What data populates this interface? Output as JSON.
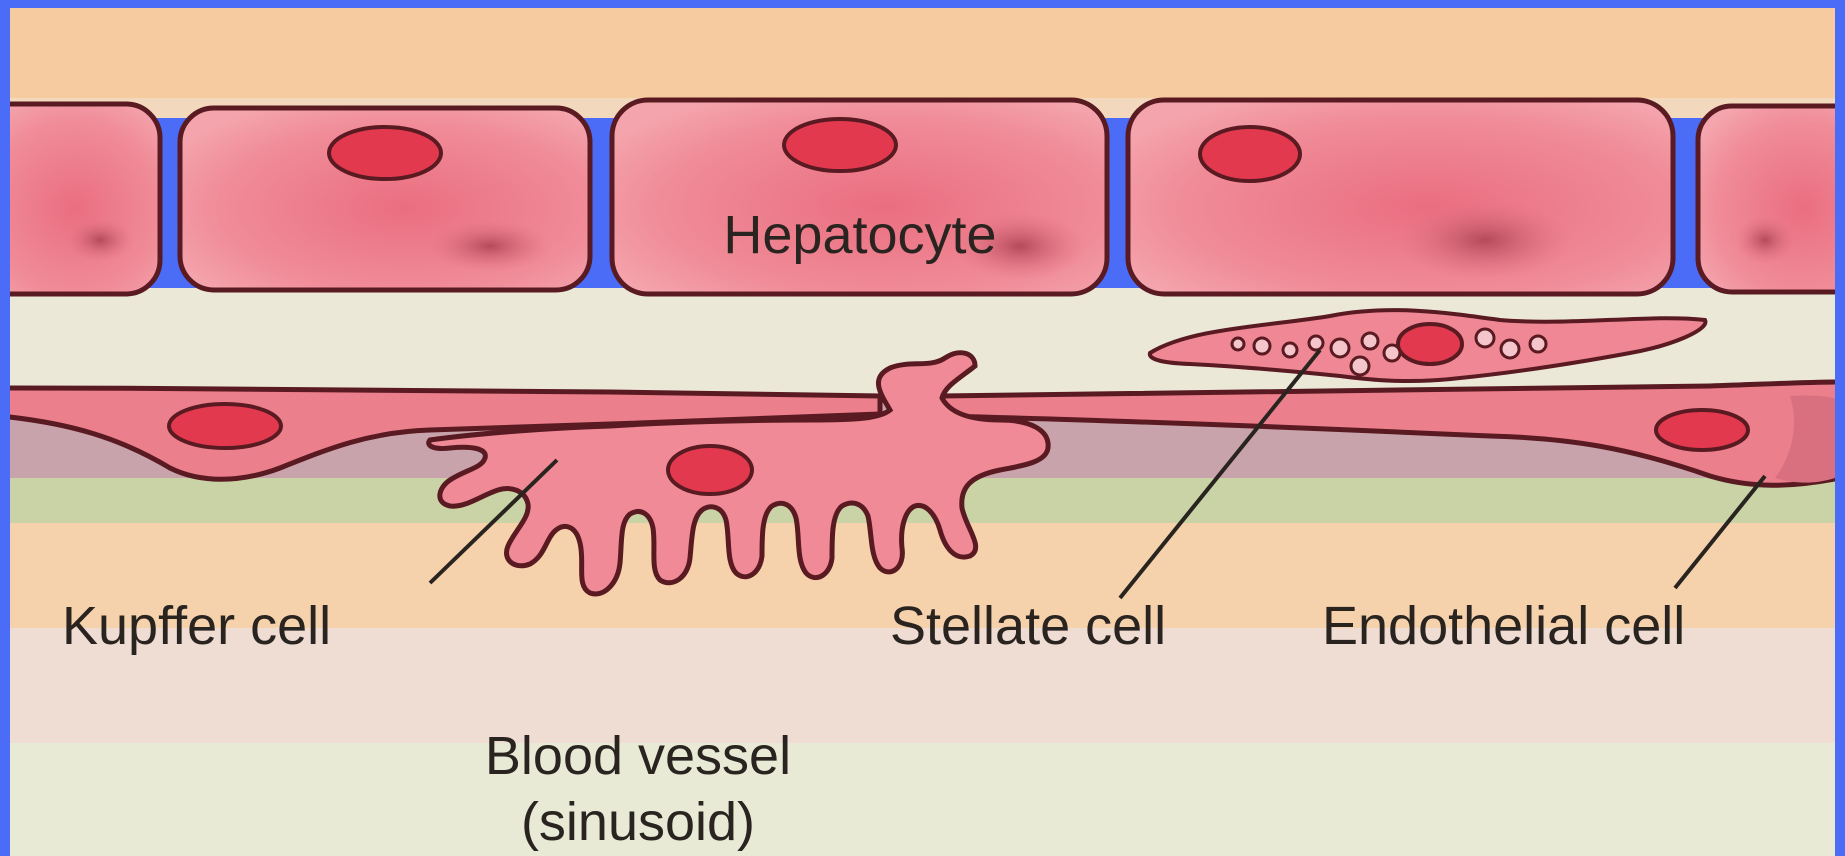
{
  "labels": {
    "hepatocyte": "Hepatocyte",
    "kupffer": "Kupffer cell",
    "stellate": "Stellate cell",
    "endothelial": "Endothelial cell",
    "vessel_line1": "Blood vessel",
    "vessel_line2": "(sinusoid)"
  },
  "colors": {
    "frame": "#4a6cf7",
    "peach": "#f6cba0",
    "space": "#ece8d8",
    "cell_fill": "#ee8a96",
    "cell_outline": "#5a1a22",
    "nucleus": "#e2394e",
    "stain": "#b84a5a",
    "blood_lilac": "#c9a3ac",
    "blood_green": "#c9d3a5",
    "blood_peach": "#f6d2ac",
    "blood_pink": "#efdcd2",
    "blood_pale": "#e8ead6"
  }
}
